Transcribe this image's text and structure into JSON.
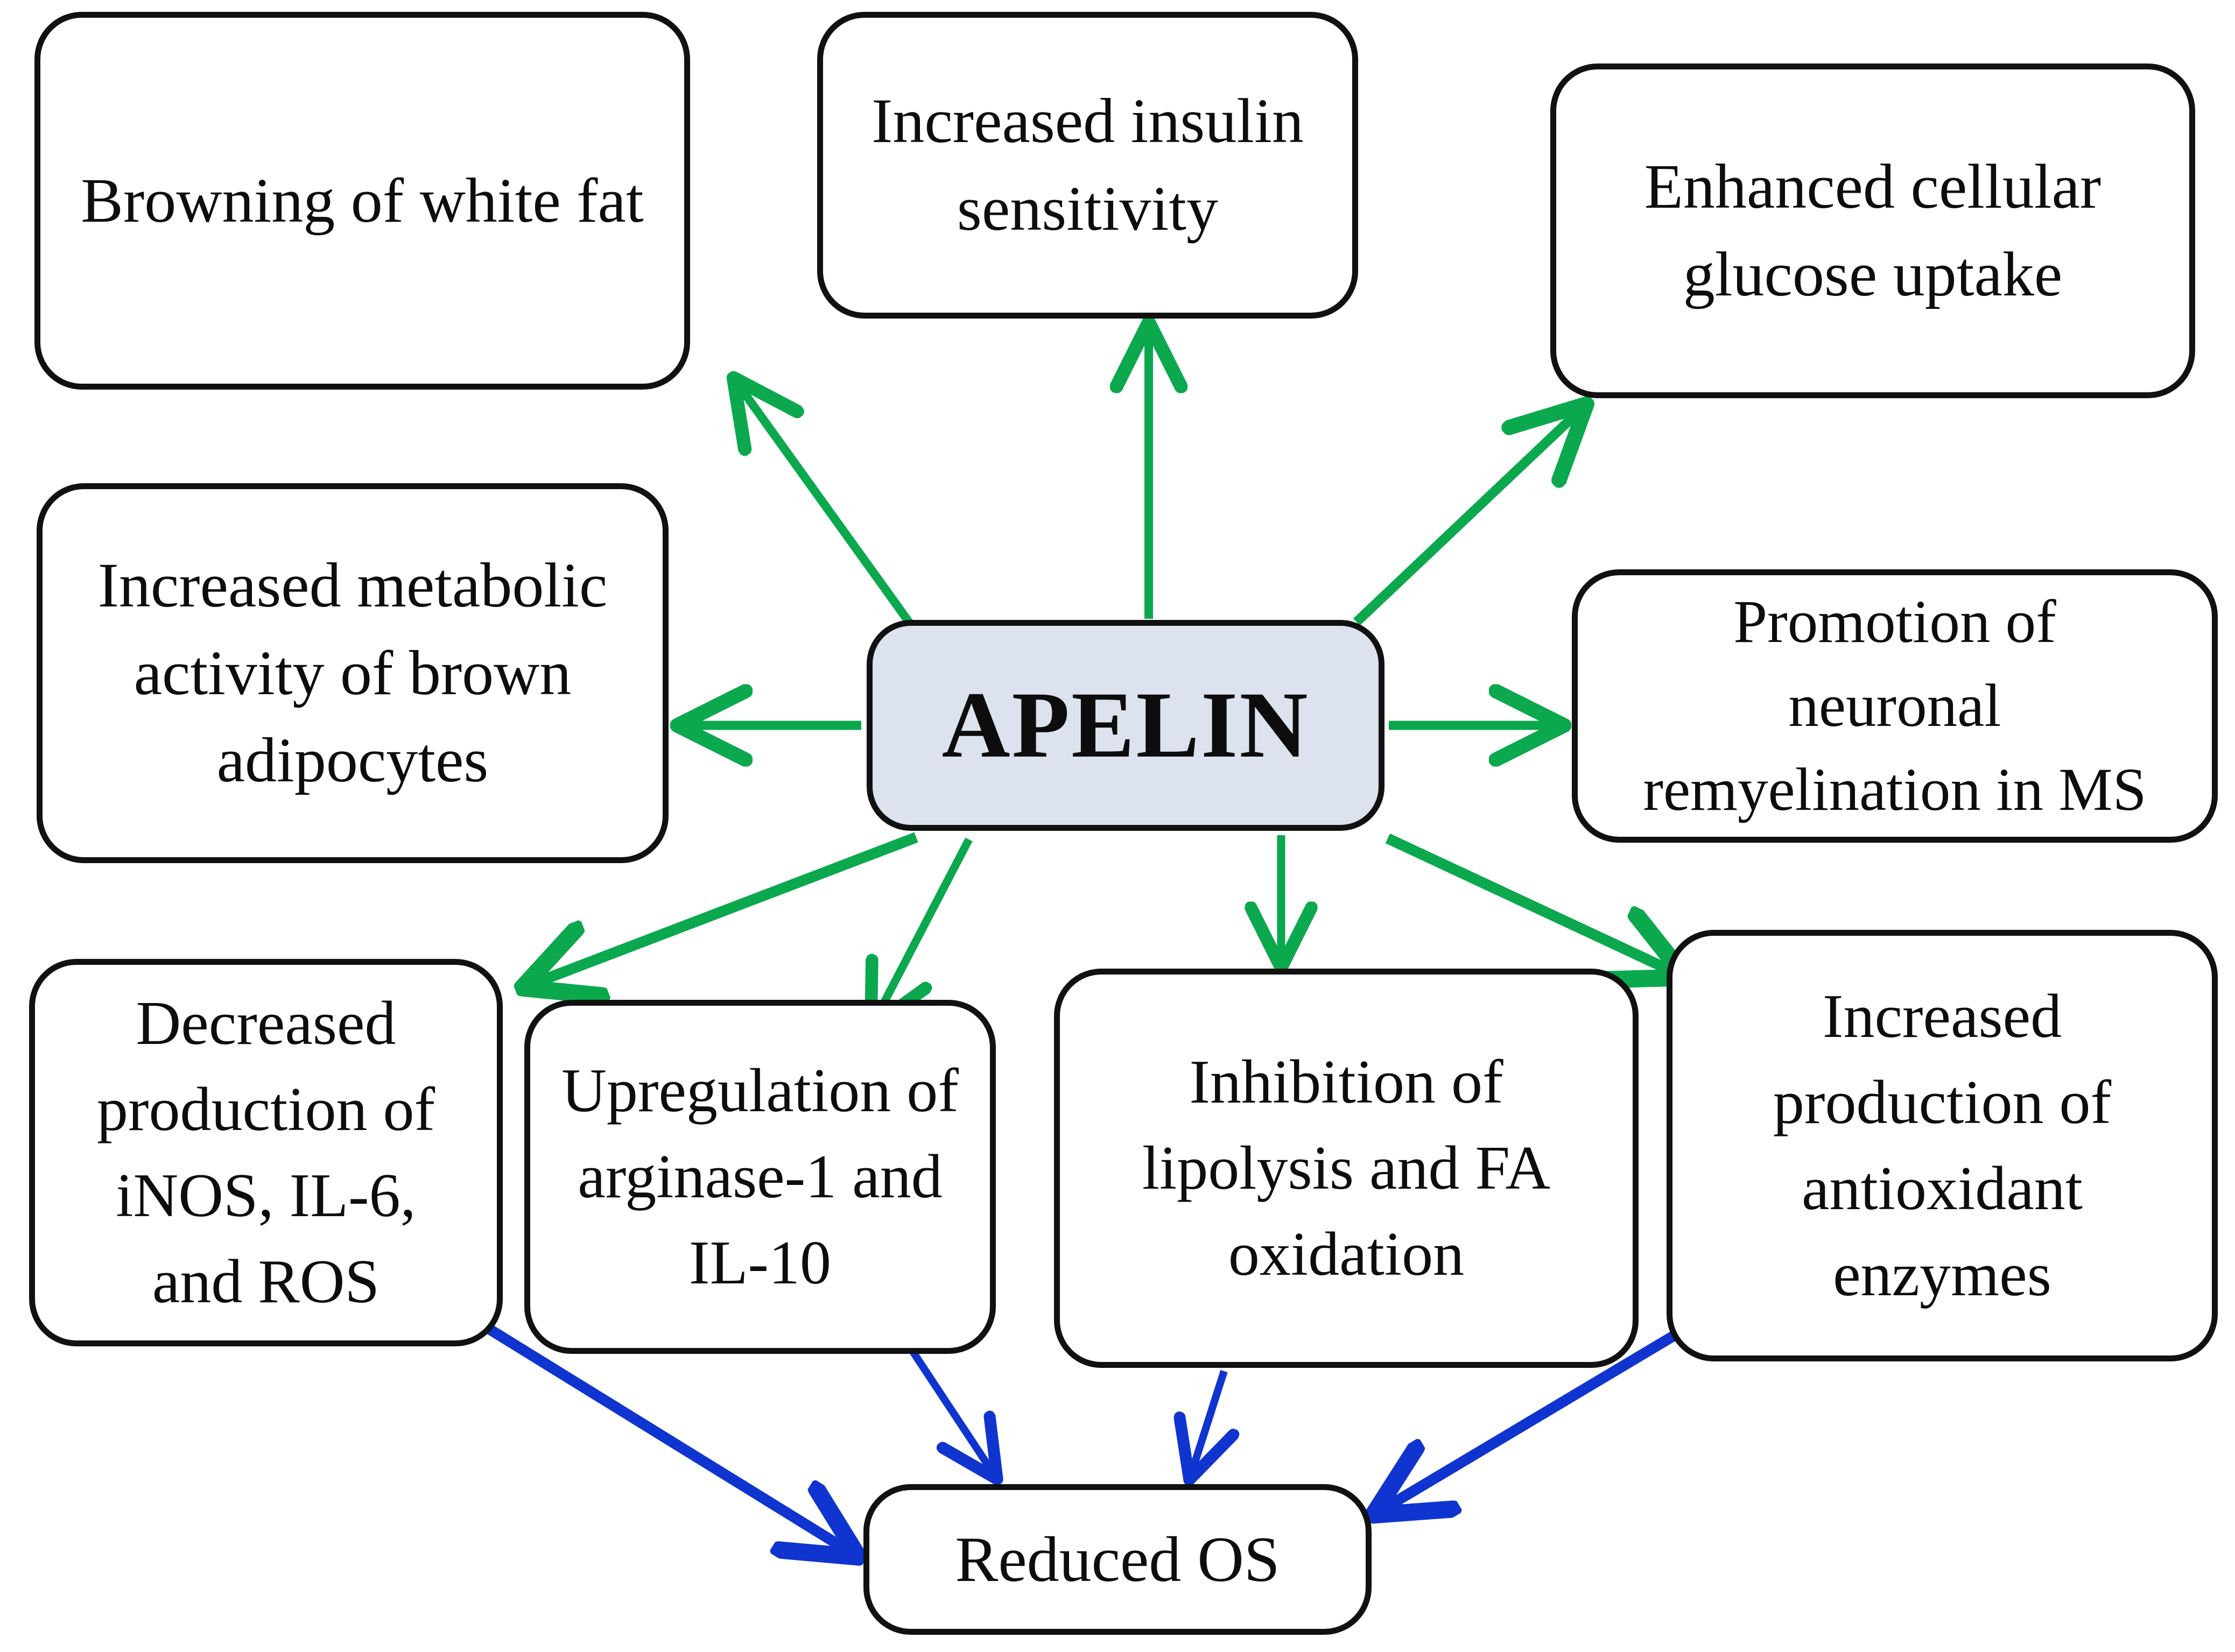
{
  "diagram": {
    "title_node": "APELIN",
    "center": {
      "id": "apelin",
      "label": "APELIN",
      "fill": "#dce3ee",
      "border": "#111111"
    },
    "colors": {
      "apelin_edge": "#0ba84e",
      "os_edge": "#0f34cf",
      "node_border": "#111111",
      "node_fill": "#ffffff",
      "center_fill": "#dce3ee",
      "text": "#0d0d0d"
    },
    "nodes": [
      {
        "id": "browning",
        "label": "Browning of white fat"
      },
      {
        "id": "insulin",
        "label": "Increased insulin\nsensitivity"
      },
      {
        "id": "glucose",
        "label": "Enhanced cellular\nglucose uptake"
      },
      {
        "id": "brownadip",
        "label": "Increased metabolic\nactivity of brown\nadipocytes"
      },
      {
        "id": "remyelination",
        "label": "Promotion of\nneuronal\nremyelination in MS"
      },
      {
        "id": "inos",
        "label": "Decreased\nproduction of\niNOS, IL-6,\nand ROS"
      },
      {
        "id": "arginase",
        "label": "Upregulation of\narginase-1 and\nIL-10"
      },
      {
        "id": "lipolysis",
        "label": "Inhibition of\nlipolysis and FA\noxidation"
      },
      {
        "id": "antiox",
        "label": "Increased\nproduction of\nantioxidant\nenzymes"
      },
      {
        "id": "reducedos",
        "label": "Reduced OS"
      }
    ],
    "edges": [
      {
        "from": "apelin",
        "to": "browning",
        "color": "#0ba84e",
        "style": "arrow"
      },
      {
        "from": "apelin",
        "to": "insulin",
        "color": "#0ba84e",
        "style": "arrow"
      },
      {
        "from": "apelin",
        "to": "glucose",
        "color": "#0ba84e",
        "style": "arrow"
      },
      {
        "from": "apelin",
        "to": "brownadip",
        "color": "#0ba84e",
        "style": "arrow"
      },
      {
        "from": "apelin",
        "to": "remyelination",
        "color": "#0ba84e",
        "style": "arrow"
      },
      {
        "from": "apelin",
        "to": "inos",
        "color": "#0ba84e",
        "style": "arrow"
      },
      {
        "from": "apelin",
        "to": "arginase",
        "color": "#0ba84e",
        "style": "arrow"
      },
      {
        "from": "apelin",
        "to": "lipolysis",
        "color": "#0ba84e",
        "style": "arrow"
      },
      {
        "from": "apelin",
        "to": "antiox",
        "color": "#0ba84e",
        "style": "arrow"
      },
      {
        "from": "inos",
        "to": "reducedos",
        "color": "#0f34cf",
        "style": "arrow"
      },
      {
        "from": "arginase",
        "to": "reducedos",
        "color": "#0f34cf",
        "style": "arrow"
      },
      {
        "from": "lipolysis",
        "to": "reducedos",
        "color": "#0f34cf",
        "style": "arrow"
      },
      {
        "from": "antiox",
        "to": "reducedos",
        "color": "#0f34cf",
        "style": "arrow"
      }
    ]
  }
}
